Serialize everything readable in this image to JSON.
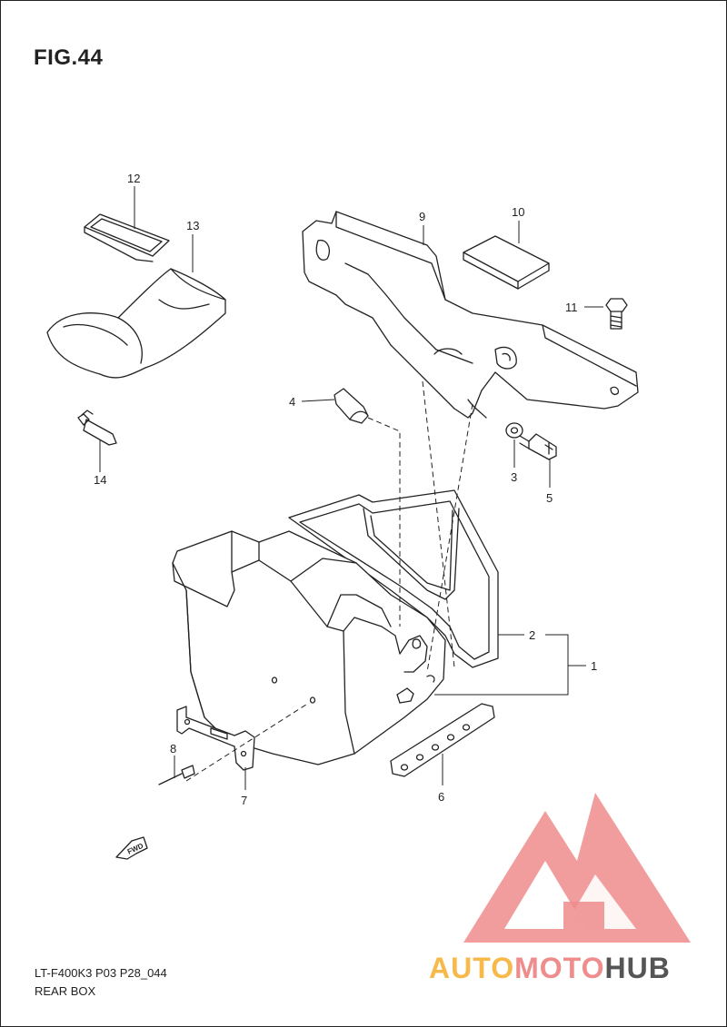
{
  "figure": {
    "title": "FIG.44"
  },
  "callouts": [
    "1",
    "2",
    "3",
    "4",
    "5",
    "6",
    "7",
    "8",
    "9",
    "10",
    "11",
    "12",
    "13",
    "14"
  ],
  "fwd_label": "FWD",
  "footer": {
    "model_code": "LT-F400K3 P03 P28_044",
    "part_name": "REAR BOX"
  },
  "watermark": {
    "brand": "AUTOMOTOHUB",
    "colors": {
      "auto": "#f6b94a",
      "moto": "#ef8c8c",
      "hub": "#555555",
      "triangle": "#ef8c8c"
    }
  }
}
